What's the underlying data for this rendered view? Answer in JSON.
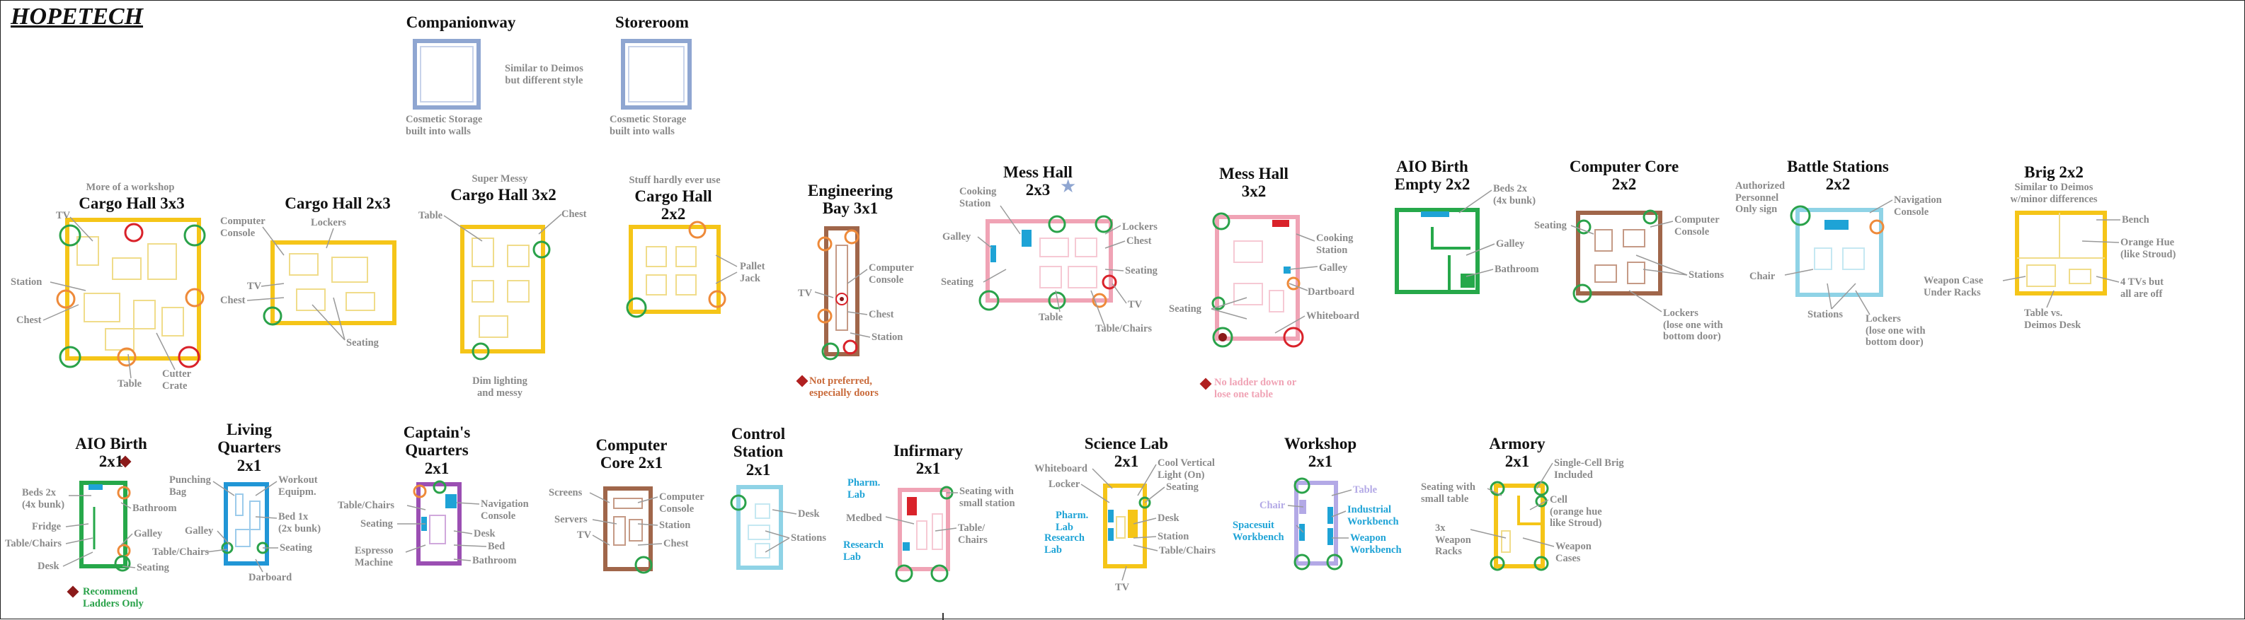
{
  "document": {
    "title": "HOPETECH"
  },
  "rooms": {
    "companionway": {
      "title": "Companionway",
      "note": "Cosmetic Storage\nbuilt into walls"
    },
    "storeroom": {
      "title": "Storeroom",
      "note": "Cosmetic Storage\nbuilt into walls"
    },
    "storage_note": "Similar to Deimos\nbut different style",
    "cargo_3x3": {
      "title": "Cargo Hall 3x3",
      "subtitle": "More of a workshop",
      "labels": [
        "TV",
        "Station",
        "Chest",
        "Table",
        "Cutter\nCrate"
      ]
    },
    "cargo_2x3": {
      "title": "Cargo Hall 2x3",
      "labels": [
        "Computer\nConsole",
        "Lockers",
        "TV",
        "Chest",
        "Seating"
      ]
    },
    "cargo_3x2": {
      "title": "Cargo Hall 3x2",
      "subtitle": "Super Messy",
      "labels": [
        "Table",
        "Chest"
      ],
      "note": "Dim lighting\nand messy"
    },
    "cargo_2x2": {
      "title": "Cargo Hall\n2x2",
      "subtitle": "Stuff hardly ever use",
      "labels": [
        "Pallet\nJack"
      ]
    },
    "engineering": {
      "title": "Engineering\nBay 3x1",
      "labels": [
        "TV",
        "Computer\nConsole",
        "Chest",
        "Station"
      ],
      "note": "Not preferred,\nespecially doors"
    },
    "mess_2x3": {
      "title": "Mess Hall\n2x3",
      "labels": [
        "Cooking\nStation",
        "Galley",
        "Seating",
        "Lockers",
        "Chest",
        "Seating",
        "TV",
        "Table",
        "Table/Chairs"
      ]
    },
    "mess_3x2": {
      "title": "Mess Hall\n3x2",
      "labels": [
        "Cooking\nStation",
        "Galley",
        "Dartboard",
        "Seating",
        "Whiteboard"
      ],
      "note": "No ladder down or\nlose one table"
    },
    "aio_2x2": {
      "title": "AIO Birth\nEmpty 2x2",
      "labels": [
        "Beds 2x\n(4x bunk)",
        "Galley",
        "Bathroom"
      ]
    },
    "core_2x2": {
      "title": "Computer Core\n2x2",
      "labels": [
        "Seating",
        "Computer\nConsole",
        "Stations",
        "Lockers\n(lose one with\nbottom door)"
      ]
    },
    "battle": {
      "title": "Battle Stations\n2x2",
      "labels": [
        "Authorized\nPersonnel\nOnly sign",
        "Navigation\nConsole",
        "Chair",
        "Stations",
        "Lockers\n(lose one with\nbottom door)"
      ]
    },
    "brig_2x2": {
      "title": "Brig 2x2",
      "subtitle": "Similar to Deimos\nw/minor differences",
      "labels": [
        "Bench",
        "Orange Hue\n(like Stroud)",
        "Weapon Case\nUnder Racks",
        "4 TVs but\nall are off",
        "Table vs.\nDeimos Desk"
      ]
    },
    "aio_2x1": {
      "title": "AIO Birth\n2x1",
      "labels": [
        "Beds 2x\n(4x bunk)",
        "Bathroom",
        "Fridge",
        "Table/Chairs",
        "Galley",
        "Desk",
        "Seating"
      ],
      "note": "Recommend\nLadders Only"
    },
    "living": {
      "title": "Living\nQuarters\n2x1",
      "labels": [
        "Punching\nBag",
        "Workout\nEquipm.",
        "Bed 1x\n(2x bunk)",
        "Galley",
        "Seating",
        "Table/Chairs",
        "Darboard"
      ]
    },
    "captain": {
      "title": "Captain's\nQuarters\n2x1",
      "labels": [
        "Table/Chairs",
        "Navigation\nConsole",
        "Seating",
        "Desk",
        "Bed",
        "Espresso\nMachine",
        "Bathroom"
      ]
    },
    "core_2x1": {
      "title": "Computer\nCore 2x1",
      "labels": [
        "Screens",
        "Computer\nConsole",
        "Servers",
        "Station",
        "TV",
        "Chest"
      ]
    },
    "control": {
      "title": "Control\nStation\n2x1",
      "labels": [
        "Desk",
        "Stations"
      ]
    },
    "infirmary": {
      "title": "Infirmary\n2x1",
      "labels": [
        "Pharm.\nLab",
        "Seating with\nsmall station",
        "Medbed",
        "Table/\nChairs",
        "Research\nLab"
      ]
    },
    "science": {
      "title": "Science Lab\n2x1",
      "labels": [
        "Whiteboard",
        "Cool Vertical\nLight (On)",
        "Locker",
        "Seating",
        "Pharm.\nLab",
        "Desk",
        "Research\nLab",
        "Station",
        "Table/Chairs",
        "TV"
      ]
    },
    "workshop": {
      "title": "Workshop\n2x1",
      "labels": [
        "Table",
        "Chair",
        "Industrial\nWorkbench",
        "Spacesuit\nWorkbench",
        "Weapon\nWorkbench"
      ]
    },
    "armory": {
      "title": "Armory\n2x1",
      "labels": [
        "Single-Cell Brig\nIncluded",
        "Seating with\nsmall table",
        "Cell\n(orange hue\nlike Stroud)",
        "3x\nWeapon\nRacks",
        "Weapon\nCases"
      ]
    }
  },
  "colors": {
    "cargo": "#f5c518",
    "engineering": "#a0664a",
    "mess": "#f0a3b5",
    "aio": "#26a84a",
    "core": "#a0664a",
    "battle": "#8fd3e6",
    "living": "#2196d6",
    "captain": "#9b4fb3",
    "control": "#8fd3e6",
    "storage": "#8fa6d1",
    "marker_green": "#2aa24a",
    "marker_orange": "#ee8a3a",
    "marker_red": "#d9222a",
    "annotation": "#8a8a8a",
    "accent_blue": "#1ea3d6"
  }
}
